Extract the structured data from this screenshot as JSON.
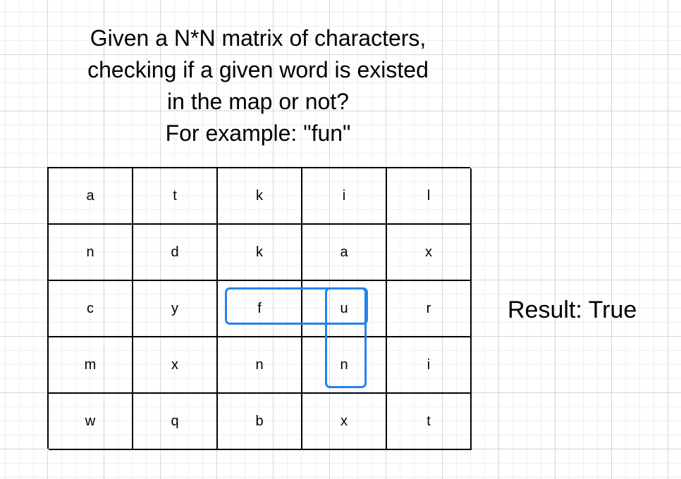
{
  "title": {
    "lines": [
      "Given a N*N matrix of characters,",
      "checking if a given word is existed",
      "in the map or not?",
      "For example: \"fun\""
    ]
  },
  "matrix": {
    "rows": [
      [
        "a",
        "t",
        "k",
        "i",
        "l"
      ],
      [
        "n",
        "d",
        "k",
        "a",
        "x"
      ],
      [
        "c",
        "y",
        "f",
        "u",
        "r"
      ],
      [
        "m",
        "x",
        "n",
        "n",
        "i"
      ],
      [
        "w",
        "q",
        "b",
        "x",
        "t"
      ]
    ],
    "highlight_color": "#2483f0"
  },
  "result": {
    "label": "Result: True"
  }
}
